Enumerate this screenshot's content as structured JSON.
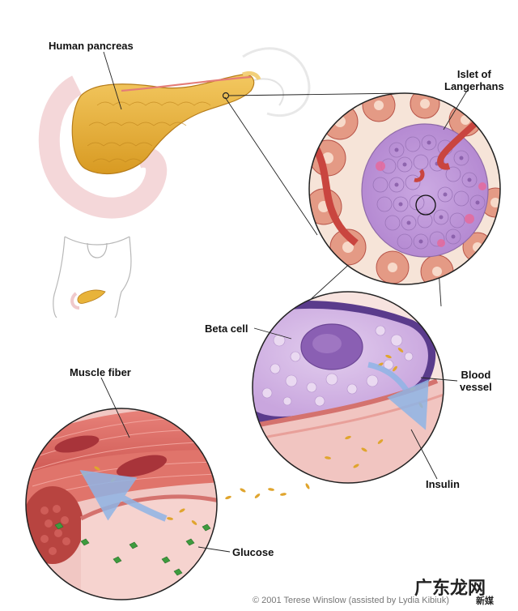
{
  "labels": {
    "human_pancreas": "Human pancreas",
    "islet_line1": "Islet of",
    "islet_line2": "Langerhans",
    "beta_cell": "Beta cell",
    "blood_line1": "Blood",
    "blood_line2": "vessel",
    "muscle_fiber": "Muscle fiber",
    "insulin": "Insulin",
    "glucose": "Glucose"
  },
  "credit": "© 2001 Terese Winslow (assisted by Lydia Kibiuk)",
  "watermark": {
    "big": "广东龙网",
    "small": "新媒"
  },
  "colors": {
    "pancreas": "#e8b33a",
    "islet": "#c9a6e0",
    "beta_cell": "#d3b6e6",
    "nucleus": "#8a5fb3",
    "vessel": "#e58a90",
    "muscle": "#d9605a",
    "insulin": "#e0a52e",
    "glucose": "#3e9b3e",
    "arrow": "#a9c6ec"
  }
}
